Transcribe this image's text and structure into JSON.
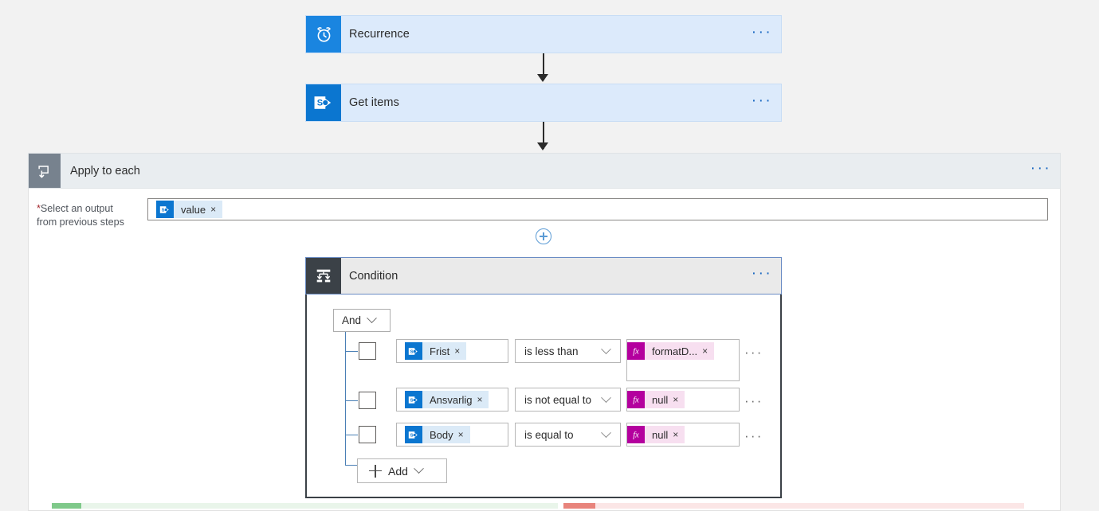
{
  "flow": {
    "steps": [
      {
        "id": "recurrence",
        "title": "Recurrence",
        "icon": "alarm-clock-icon",
        "icon_color": "#1a85e0",
        "menu": "···"
      },
      {
        "id": "get-items",
        "title": "Get items",
        "icon": "sharepoint-icon",
        "icon_color": "#0b76d0",
        "menu": "···"
      }
    ],
    "scope": {
      "title": "Apply to each",
      "icon": "loop-icon",
      "menu": "···",
      "required_marker": "*",
      "field_label_line1": "Select an output",
      "field_label_line2": "from previous steps",
      "selected_token": {
        "label": "value",
        "icon": "sharepoint-icon",
        "remove": "×"
      },
      "add_step_button": "+"
    },
    "condition": {
      "title": "Condition",
      "icon": "condition-branch-icon",
      "menu": "···",
      "logic_operator": {
        "value": "And",
        "chevron": "chevron-down-icon"
      },
      "rows": [
        {
          "checkbox_checked": false,
          "field": {
            "label": "Frist",
            "icon": "sharepoint-icon",
            "remove": "×"
          },
          "operator": "is less than",
          "value": {
            "label": "formatD...",
            "icon": "fx-icon",
            "remove": "×"
          },
          "menu": "···"
        },
        {
          "checkbox_checked": false,
          "field": {
            "label": "Ansvarlig",
            "icon": "sharepoint-icon",
            "remove": "×"
          },
          "operator": "is not equal to",
          "value": {
            "label": "null",
            "icon": "fx-icon",
            "remove": "×"
          },
          "menu": "···"
        },
        {
          "checkbox_checked": false,
          "field": {
            "label": "Body",
            "icon": "sharepoint-icon",
            "remove": "×"
          },
          "operator": "is equal to",
          "value": {
            "label": "null",
            "icon": "fx-icon",
            "remove": "×"
          },
          "menu": "···"
        }
      ],
      "add_button": {
        "label": "Add",
        "plus": "+",
        "chevron": "chevron-down-icon"
      },
      "branches": {
        "yes_color": "#7fc98a",
        "no_color": "#e8847c"
      }
    }
  },
  "colors": {
    "card_fill": "#dceafb",
    "sharepoint_blue": "#0b76d0",
    "recurrence_blue": "#1a85e0",
    "fx_magenta": "#b4009e",
    "scope_grey": "#77828e",
    "condition_dark": "#3b4147",
    "accent_link": "#1565c0"
  }
}
